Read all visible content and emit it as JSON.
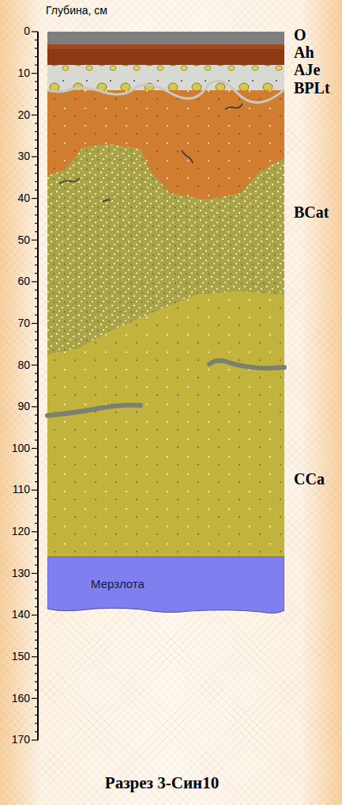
{
  "diagram": {
    "caption": "Разрез 3-Син10",
    "nodes": [
      {
        "text": [
          "Мерзлота"
        ]
      }
    ],
    "labels": [
      "Глубина, см",
      "0",
      "10",
      "20",
      "30",
      "40",
      "50",
      "60",
      "70",
      "80",
      "90",
      "100",
      "110",
      "120",
      "130",
      "140",
      "150",
      "160",
      "170",
      "O",
      "Ah",
      "AJe",
      "BPLt",
      "BCat",
      "CCa"
    ]
  }
}
